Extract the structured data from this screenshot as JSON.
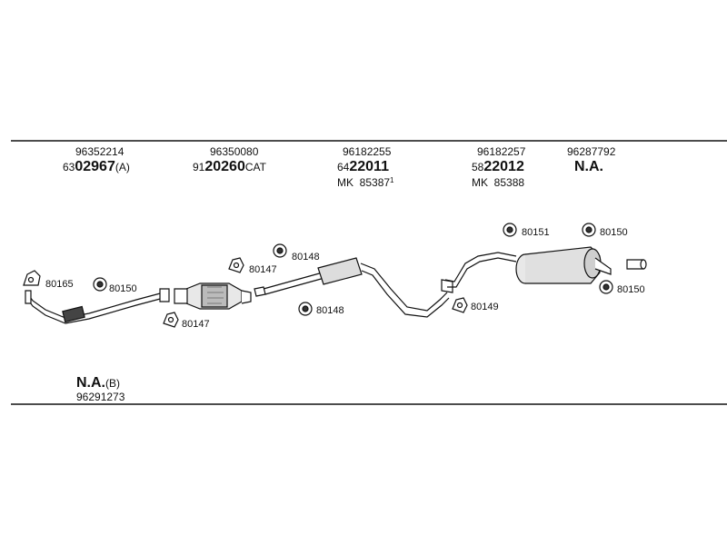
{
  "columns": [
    {
      "id": "c1",
      "part": "96352214",
      "prefix": "63",
      "code": "02967",
      "suffix": "(A)"
    },
    {
      "id": "c2",
      "part": "96350080",
      "prefix": "91",
      "code": "20260",
      "suffix": "CAT"
    },
    {
      "id": "c3",
      "part": "96182255",
      "prefix": "64",
      "code": "22011",
      "suffix": "",
      "mk_label": "MK",
      "mk_code": "85387",
      "mk_sup": "1"
    },
    {
      "id": "c4",
      "part": "96182257",
      "prefix": "58",
      "code": "22012",
      "suffix": "",
      "mk_label": "MK",
      "mk_code": "85388"
    },
    {
      "id": "c5",
      "part": "96287792",
      "na": "N.A."
    }
  ],
  "bottom": {
    "na": "N.A.",
    "suffix": "(B)",
    "part": "96291273"
  },
  "callouts": {
    "g80165": "80165",
    "g80150a": "80150",
    "g80147a": "80147",
    "g80147b": "80147",
    "g80148a": "80148",
    "g80148b": "80148",
    "g80149": "80149",
    "g80151": "80151",
    "g80150b": "80150",
    "g80150c": "80150"
  }
}
